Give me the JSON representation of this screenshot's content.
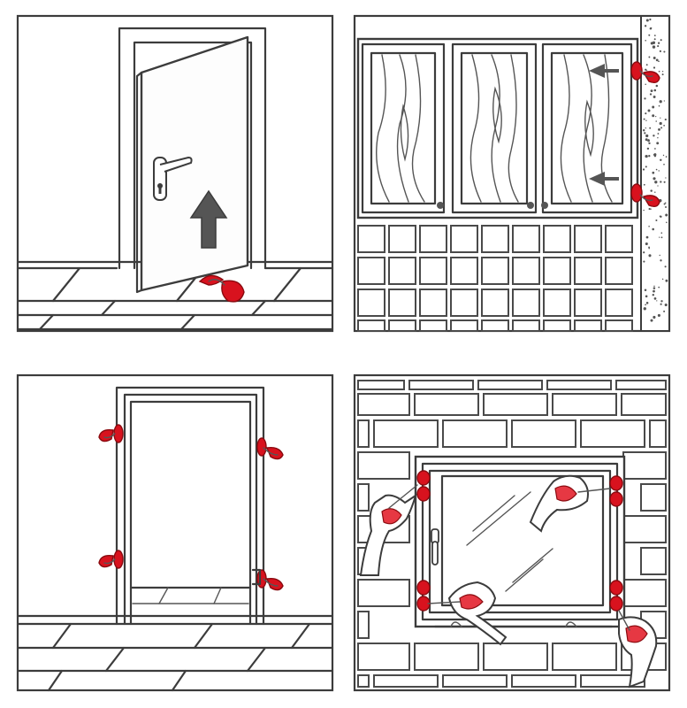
{
  "figure": {
    "panels": [
      {
        "id": "door-floor",
        "caption": ""
      },
      {
        "id": "cabinet-wall",
        "caption": ""
      },
      {
        "id": "door-frame",
        "caption": ""
      },
      {
        "id": "window-brick-wall",
        "caption": ""
      }
    ]
  },
  "colors": {
    "line": "#3c3c3c",
    "putty": "#d8121e",
    "background": "#ffffff",
    "arrow": "#555555"
  },
  "icons": [
    "arrow-up-icon",
    "arrow-left-icon",
    "hand-icon",
    "door-handle-icon",
    "putty-blob-icon"
  ]
}
